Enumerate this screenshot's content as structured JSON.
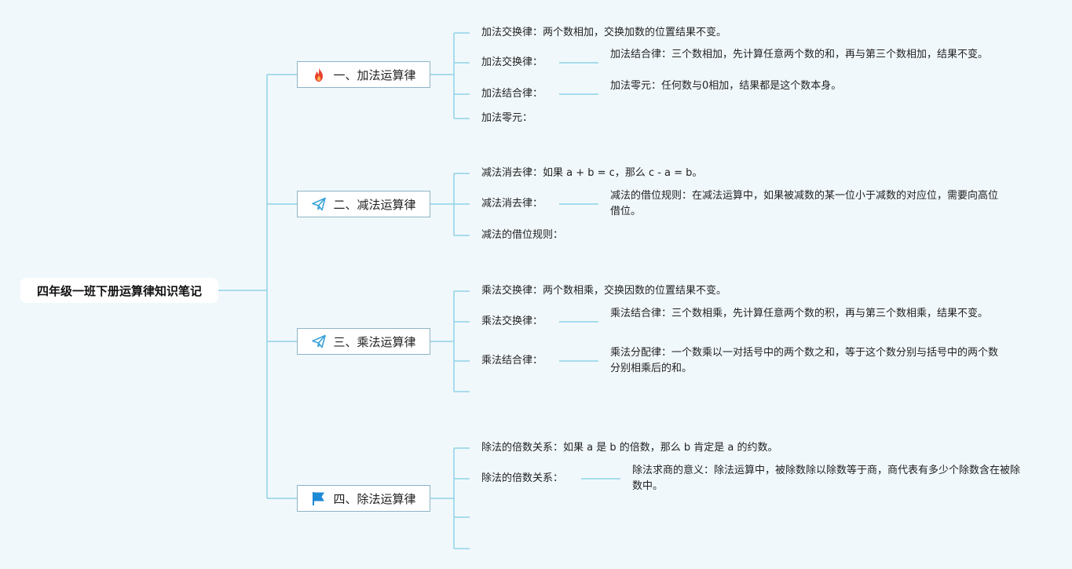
{
  "root": {
    "title": "四年级一班下册运算律知识笔记"
  },
  "branches": [
    {
      "label": "一、加法运算律",
      "icon": "fire-icon",
      "items": [
        {
          "text": "加法交换律：两个数相加，交换加数的位置结果不变。"
        },
        {
          "text": "加法交换律：",
          "detail": "加法结合律：三个数相加，先计算任意两个数的和，再与第三个数相加，结果不变。"
        },
        {
          "text": "加法结合律：",
          "detail": "加法零元：任何数与0相加，结果都是这个数本身。"
        },
        {
          "text": "加法零元："
        }
      ]
    },
    {
      "label": "二、减法运算律",
      "icon": "paper-plane-icon",
      "items": [
        {
          "text": "减法消去律：如果 a + b = c，那么 c - a = b。"
        },
        {
          "text": "减法消去律：",
          "detail": "减法的借位规则：在减法运算中，如果被减数的某一位小于减数的对应位，需要向高位借位。"
        },
        {
          "text": "减法的借位规则："
        }
      ]
    },
    {
      "label": "三、乘法运算律",
      "icon": "paper-plane-icon",
      "items": [
        {
          "text": "乘法交换律：两个数相乘，交换因数的位置结果不变。"
        },
        {
          "text": "乘法交换律：",
          "detail": "乘法结合律：三个数相乘，先计算任意两个数的积，再与第三个数相乘，结果不变。"
        },
        {
          "text": "乘法结合律：",
          "detail": "乘法分配律：一个数乘以一对括号中的两个数之和，等于这个数分别与括号中的两个数分别相乘后的和。"
        },
        {
          "text": ""
        }
      ]
    },
    {
      "label": "四、除法运算律",
      "icon": "flag-icon",
      "items": [
        {
          "text": "除法的倍数关系：如果 a 是 b 的倍数，那么 b 肯定是 a 的约数。"
        },
        {
          "text": "除法的倍数关系：",
          "detail": "除法求商的意义：除法运算中，被除数除以除数等于商，商代表有多少个除数含在被除数中。"
        },
        {
          "text": ""
        },
        {
          "text": ""
        }
      ]
    }
  ],
  "colors": {
    "connector": "#8fd3e8",
    "background": "#f1f8fb",
    "fire": "#e8412c",
    "plane": "#3aa3d8",
    "flag": "#1f8ad6"
  }
}
